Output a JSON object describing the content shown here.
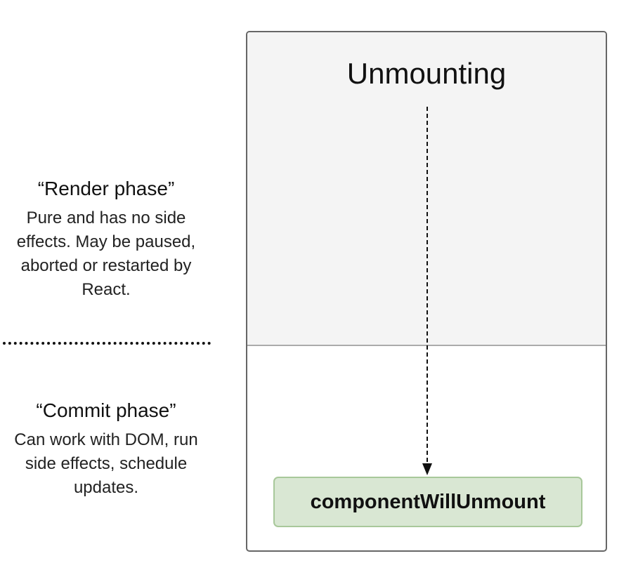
{
  "render_phase": {
    "title": "“Render phase”",
    "description": "Pure and has no side effects. May be paused, aborted or restarted by React."
  },
  "commit_phase": {
    "title": "“Commit phase”",
    "description": "Can work with DOM, run side effects, schedule updates."
  },
  "lifecycle": {
    "title": "Unmounting",
    "method": "componentWillUnmount"
  },
  "colors": {
    "render_zone_bg": "#f4f4f4",
    "method_fill": "#d9e7d3",
    "method_border": "#a8c89a",
    "box_border": "#666666"
  }
}
